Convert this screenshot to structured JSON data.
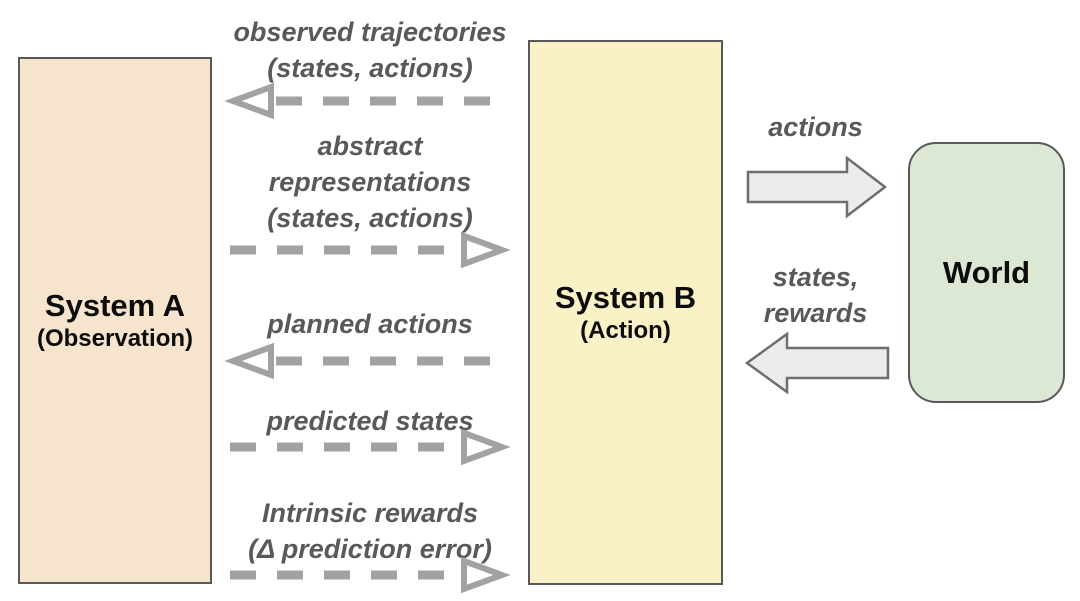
{
  "nodes": {
    "system_a": {
      "title": "System A",
      "subtitle": "(Observation)",
      "fill": "#f6e4cc",
      "border": "#595959"
    },
    "system_b": {
      "title": "System B",
      "subtitle": "(Action)",
      "fill": "#fbf1c6",
      "border": "#595959"
    },
    "world": {
      "title": "World",
      "fill": "#dce8d3",
      "border": "#595959"
    }
  },
  "ab_links": [
    {
      "direction": "left",
      "lines": [
        "observed trajectories",
        "(states, actions)"
      ]
    },
    {
      "direction": "right",
      "lines": [
        "abstract",
        "representations",
        "(states, actions)"
      ]
    },
    {
      "direction": "left",
      "lines": [
        "planned actions"
      ]
    },
    {
      "direction": "right",
      "lines": [
        "predicted states"
      ]
    },
    {
      "direction": "right",
      "lines": [
        "Intrinsic rewards",
        "(Δ prediction error)"
      ]
    }
  ],
  "bw_links": [
    {
      "direction": "right",
      "lines": [
        "actions"
      ]
    },
    {
      "direction": "left",
      "lines": [
        "states,",
        "rewards"
      ]
    }
  ],
  "colors": {
    "label_text": "#595959",
    "dashed_arrow": "#a2a2a2",
    "dashed_arrowhead_fill": "#ffffff",
    "block_arrow_fill": "#ececec",
    "block_arrow_border": "#6e6e6e",
    "node_border": "#595959",
    "background": "#ffffff"
  }
}
